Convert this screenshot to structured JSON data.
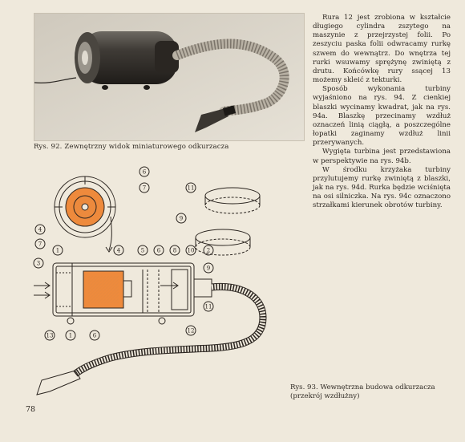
{
  "caption1": "Rys. 92. Zewnętrzny widok miniaturowego odkurzacza",
  "paragraphs": [
    "Rura 12 jest zrobiona w kształcie długiego cylindra zszytego na maszynie z przejrzystej folii. Po zeszyciu paska folii odwracamy rurkę szwem do wewnątrz. Do wnętrza tej rurki wsuwamy sprężynę zwiniętą z drutu. Końcówkę rury ssącej 13 możemy skleić z tekturki.",
    "Sposób wykonania turbiny wyjaśniono na rys. 94. Z cienkiej blaszki wycinamy kwadrat, jak na rys. 94a. Blaszkę przecinamy wzdłuż oznaczeń linią ciągłą, a poszczególne łopatki zaginamy wzdłuż linii przerywanych.",
    "Wygięta turbina jest przedstawiona w perspektywie na rys. 94b.",
    "W środku krzyżaka turbiny przylutujemy rurkę zwiniętą z blaszki, jak na rys. 94d. Rurka będzie wciśnięta na osi silniczka. Na rys. 94c oznaczono strzałkami kierunek obrotów turbiny."
  ],
  "caption2": "Rys. 93. Wewnętrzna budowa odkurzacza (przekrój wzdłużny)",
  "page_number": "78",
  "callouts": {
    "c1": "1",
    "c2": "2",
    "c3": "3",
    "c4": "4",
    "c5": "5",
    "c6": "6",
    "c7": "7",
    "c8": "8",
    "c9": "9",
    "c10": "10",
    "c11": "11",
    "c12": "12",
    "c13": "13"
  }
}
